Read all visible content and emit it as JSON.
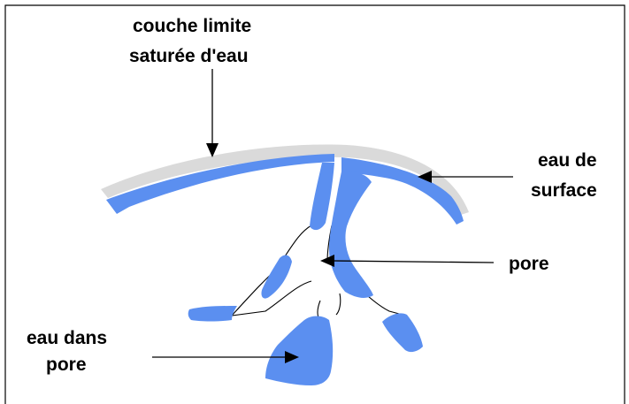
{
  "labels": {
    "boundary_layer_line1": "couche limite",
    "boundary_layer_line2": "saturée d'eau",
    "surface_water_line1": "eau de",
    "surface_water_line2": "surface",
    "pore": "pore",
    "pore_water_line1": "eau dans",
    "pore_water_line2": "pore"
  },
  "colors": {
    "water": "#5b8ff0",
    "boundary_layer": "#dadada",
    "lines": "#000000"
  }
}
